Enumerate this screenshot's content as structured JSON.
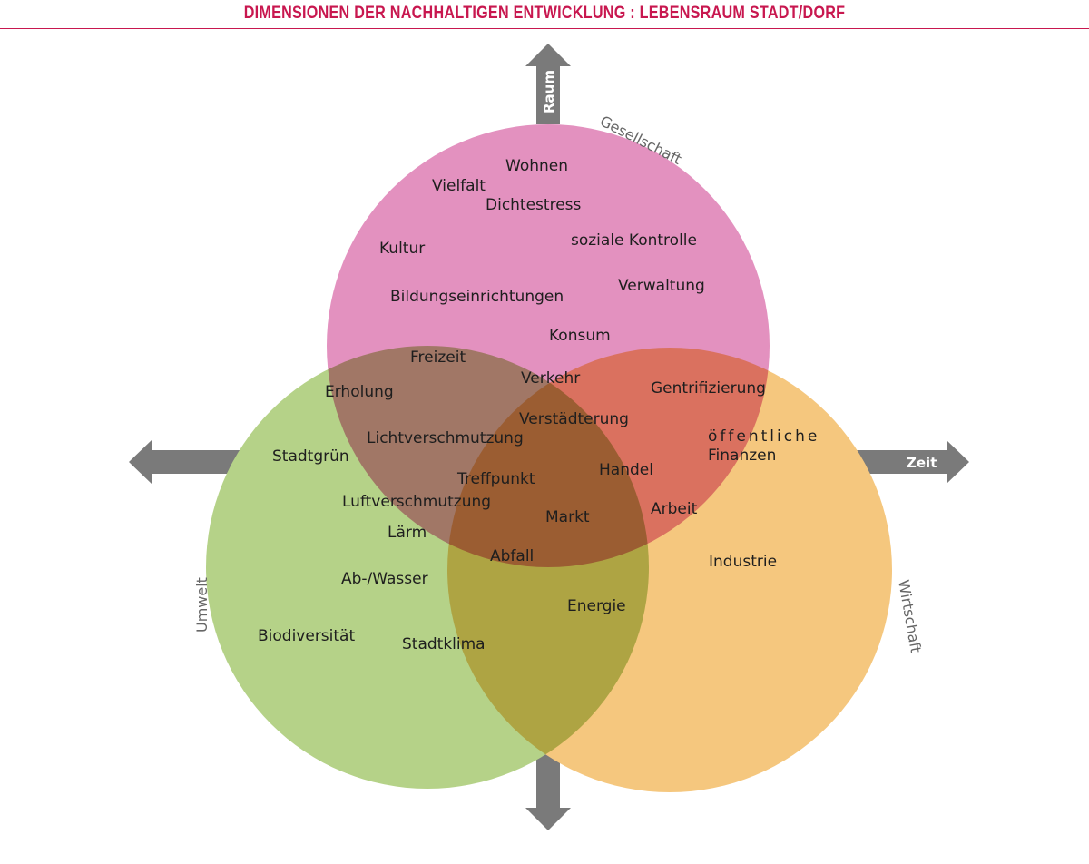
{
  "title": "DIMENSIONEN DER NACHHALTIGEN ENTWICKLUNG : LEBENSRAUM STADT/DORF",
  "colors": {
    "title": "#c8174f",
    "gesellschaft": "#e085b8",
    "umwelt": "#b5d288",
    "wirtschaft": "#f5c77e",
    "arrow": "#7a7a7a"
  },
  "dimensions": {
    "gesellschaft": "Gesellschaft",
    "umwelt": "Umwelt",
    "wirtschaft": "Wirtschaft"
  },
  "axes": {
    "raum": "Raum",
    "zeit": "Zeit"
  },
  "terms": {
    "wohnen": "Wohnen",
    "vielfalt": "Vielfalt",
    "dichtestress": "Dichtestress",
    "kultur": "Kultur",
    "soziale_kontrolle": "soziale Kontrolle",
    "bildung": "Bildungseinrichtungen",
    "verwaltung": "Verwaltung",
    "konsum": "Konsum",
    "freizeit": "Freizeit",
    "verkehr": "Verkehr",
    "erholung": "Erholung",
    "gentrifizierung": "Gentrifizierung",
    "verstaedterung": "Verstädterung",
    "lichtverschmutzung": "Lichtverschmutzung",
    "oeffentliche": "öffentliche",
    "finanzen": "Finanzen",
    "stadtgruen": "Stadtgrün",
    "treffpunkt": "Treffpunkt",
    "handel": "Handel",
    "luftverschmutzung": "Luftverschmutzung",
    "markt": "Markt",
    "arbeit": "Arbeit",
    "laerm": "Lärm",
    "abfall": "Abfall",
    "industrie": "Industrie",
    "abwasser": "Ab-/Wasser",
    "energie": "Energie",
    "biodiversitaet": "Biodiversität",
    "stadtklima": "Stadtklima"
  }
}
